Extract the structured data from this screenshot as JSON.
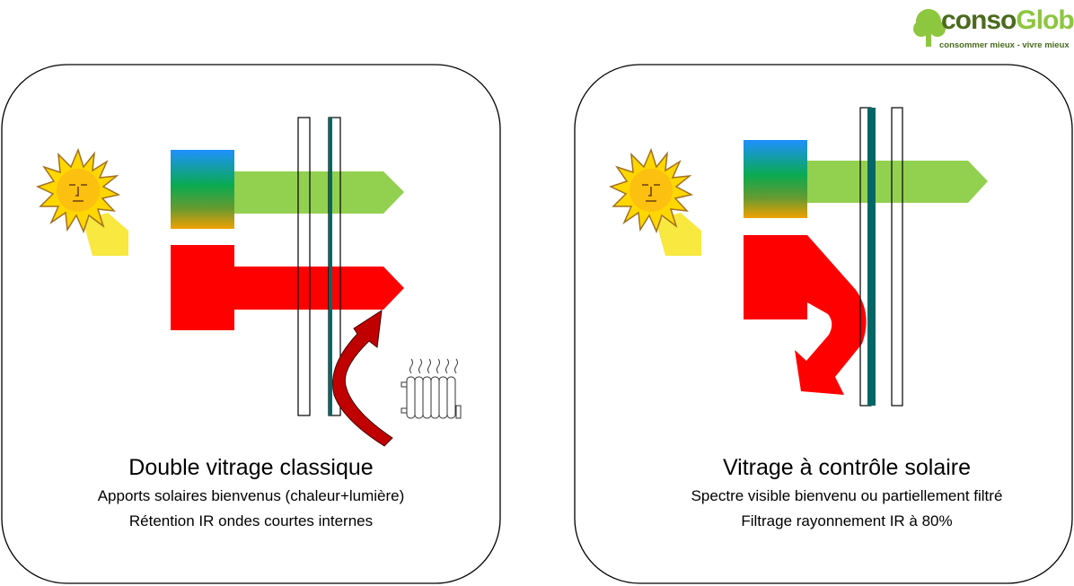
{
  "logo": {
    "brand_part1": "conso",
    "brand_part2": "Globe",
    "tagline": "consommer mieux - vivre mieux"
  },
  "left_panel": {
    "title": "Double vitrage classique",
    "lines": [
      "Apports solaires bienvenus (chaleur+lumière)",
      "Rétention IR ondes courtes internes"
    ]
  },
  "right_panel": {
    "title": "Vitrage à contrôle solaire",
    "lines": [
      "Spectre visible bienvenu ou partiellement filtré",
      "Filtrage rayonnement IR à 80%"
    ]
  },
  "colors": {
    "visible_light": "#92d050",
    "infrared": "#ff0000",
    "internal_ir": "#c00000",
    "coating": "#006666",
    "sun": "#ffd700"
  }
}
